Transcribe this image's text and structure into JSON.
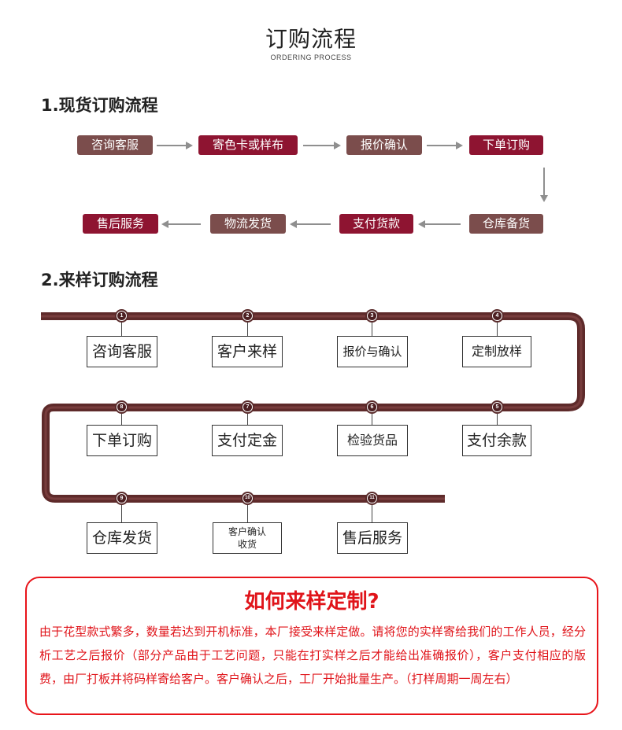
{
  "header": {
    "title": "订购流程",
    "subtitle": "ORDERING PROCESS"
  },
  "section1": {
    "heading": "1.现货订购流程",
    "row1": [
      "咨询客服",
      "寄色卡或样布",
      "报价确认",
      "下单订购"
    ],
    "row2": [
      "售后服务",
      "物流发货",
      "支付货款",
      "仓库备货"
    ]
  },
  "section2": {
    "heading": "2.来样订购流程",
    "steps": [
      {
        "num": "1",
        "label": "咨询客服"
      },
      {
        "num": "2",
        "label": "客户来样"
      },
      {
        "num": "3",
        "label": "报价与确认"
      },
      {
        "num": "4",
        "label": "定制放样"
      },
      {
        "num": "5",
        "label": "支付余款"
      },
      {
        "num": "6",
        "label": "检验货品"
      },
      {
        "num": "7",
        "label": "支付定金"
      },
      {
        "num": "8",
        "label": "下单订购"
      },
      {
        "num": "9",
        "label": "仓库发货"
      },
      {
        "num": "10",
        "label": "客户确认 收货",
        "line1": "客户确认",
        "line2": "收货"
      },
      {
        "num": "11",
        "label": "售后服务"
      }
    ]
  },
  "notice": {
    "title": "如何来样定制?",
    "body": "由于花型款式繁多，数量若达到开机标准，本厂接受来样定做。请将您的实样寄给我们的工作人员，经分析工艺之后报价（部分产品由于工艺问题，只能在打实样之后才能给出准确报价），客户支付相应的版费，由厂打板并将码样寄给客户。客户确认之后，工厂开始批量生产。（打样周期一周左右）"
  },
  "colors": {
    "pill_brown": "#7b4d4c",
    "pill_red": "#8e1431",
    "track": "#5e2a2a",
    "notice_red": "#e0141a"
  }
}
